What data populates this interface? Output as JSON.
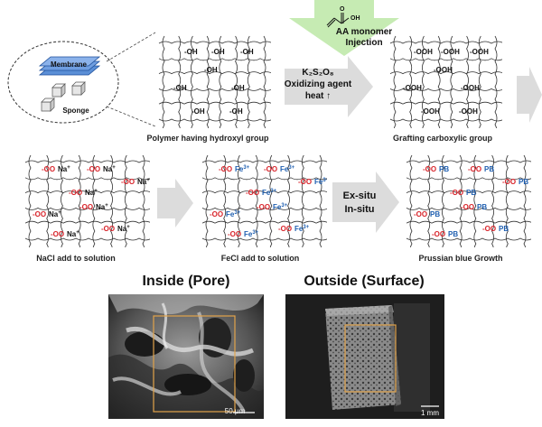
{
  "inset": {
    "membrane": "Membrane",
    "sponge": "Sponge"
  },
  "panels": {
    "p1": {
      "label": "Polymer having hydroxyl group",
      "groups": [
        "-OH",
        "-OH",
        "-OH",
        "-OH",
        "-OH",
        "-OH",
        "-OH",
        "-OH"
      ]
    },
    "p2": {
      "label": "Grafting carboxylic group",
      "groups": [
        "-OOH",
        "-OOH",
        "-OOH",
        "-OOH",
        "-OOH",
        "-OOH",
        "-OOH",
        "-OOH"
      ]
    },
    "p3": {
      "label": "NaCl add to solution",
      "anion": "-OO",
      "cation": "Na",
      "charge": "+"
    },
    "p4": {
      "label": "FeCl add to solution",
      "anion": "-OO",
      "cation": "Fe",
      "charge": "3+"
    },
    "p5": {
      "label": "Prussian blue Growth",
      "anion": "-OO",
      "cation": "PB"
    }
  },
  "monomer": {
    "line1": "AA monomer",
    "line2": "Injection",
    "atom": "OH",
    "atom_o": "O"
  },
  "step1": {
    "reagent": "K₂S₂O₈",
    "line2": "Oxidizing agent",
    "line3": "heat ↑"
  },
  "step4": {
    "line1": "Ex-situ",
    "line2": "In-situ"
  },
  "sem": {
    "inside": {
      "title": "Inside (Pore)",
      "scale": "50 μm"
    },
    "outside": {
      "title": "Outside (Surface)",
      "scale": "1 mm"
    }
  },
  "colors": {
    "red": "#d8232a",
    "blue": "#1f5fb0",
    "arrow": "#dcdcdc",
    "monomer_arrow": "#c6ebb3",
    "frame": "#e2a34a"
  }
}
